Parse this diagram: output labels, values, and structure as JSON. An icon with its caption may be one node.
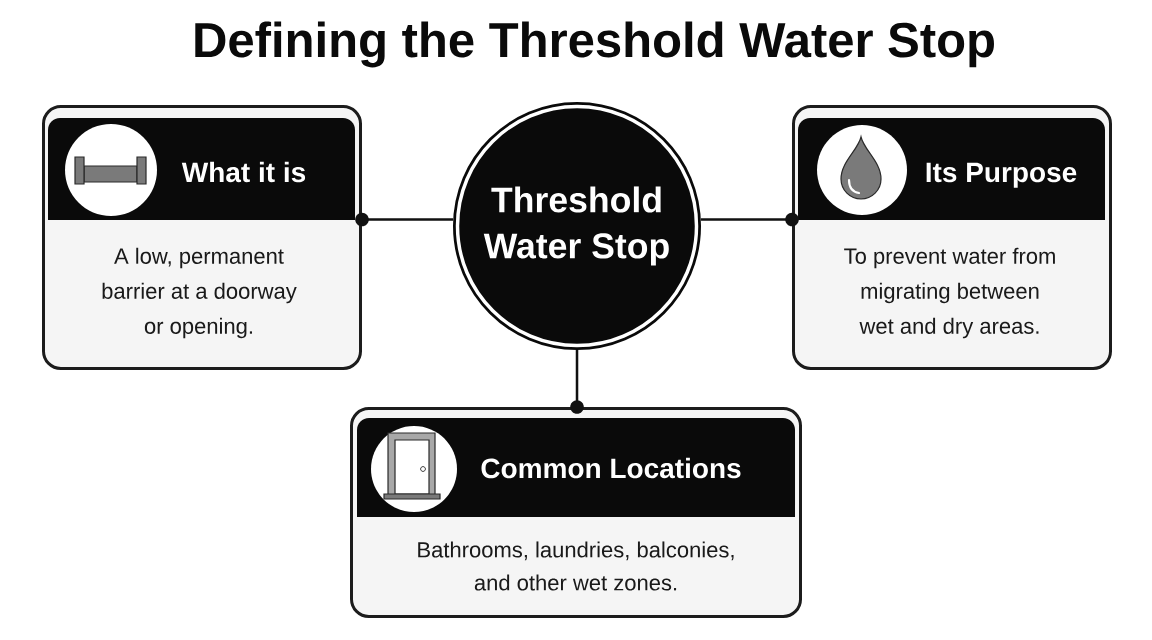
{
  "diagram": {
    "title": "Defining the Threshold Water Stop",
    "nodes": [
      {
        "text": [
          "Threshold Water Stop"
        ]
      },
      {
        "text": [
          "What it is",
          "A low, permanent barrier at a doorway or opening."
        ]
      },
      {
        "text": [
          "Its Purpose",
          "To prevent water from migrating between wet and dry areas."
        ]
      },
      {
        "text": [
          "Common Locations",
          "Bathrooms, laundries, balconies, and other wet zones."
        ]
      }
    ],
    "edges": [
      {
        "from": 0,
        "to": 1,
        "arrow": "other"
      },
      {
        "from": 0,
        "to": 2,
        "arrow": "other"
      },
      {
        "from": 0,
        "to": 3,
        "arrow": "other"
      }
    ]
  }
}
